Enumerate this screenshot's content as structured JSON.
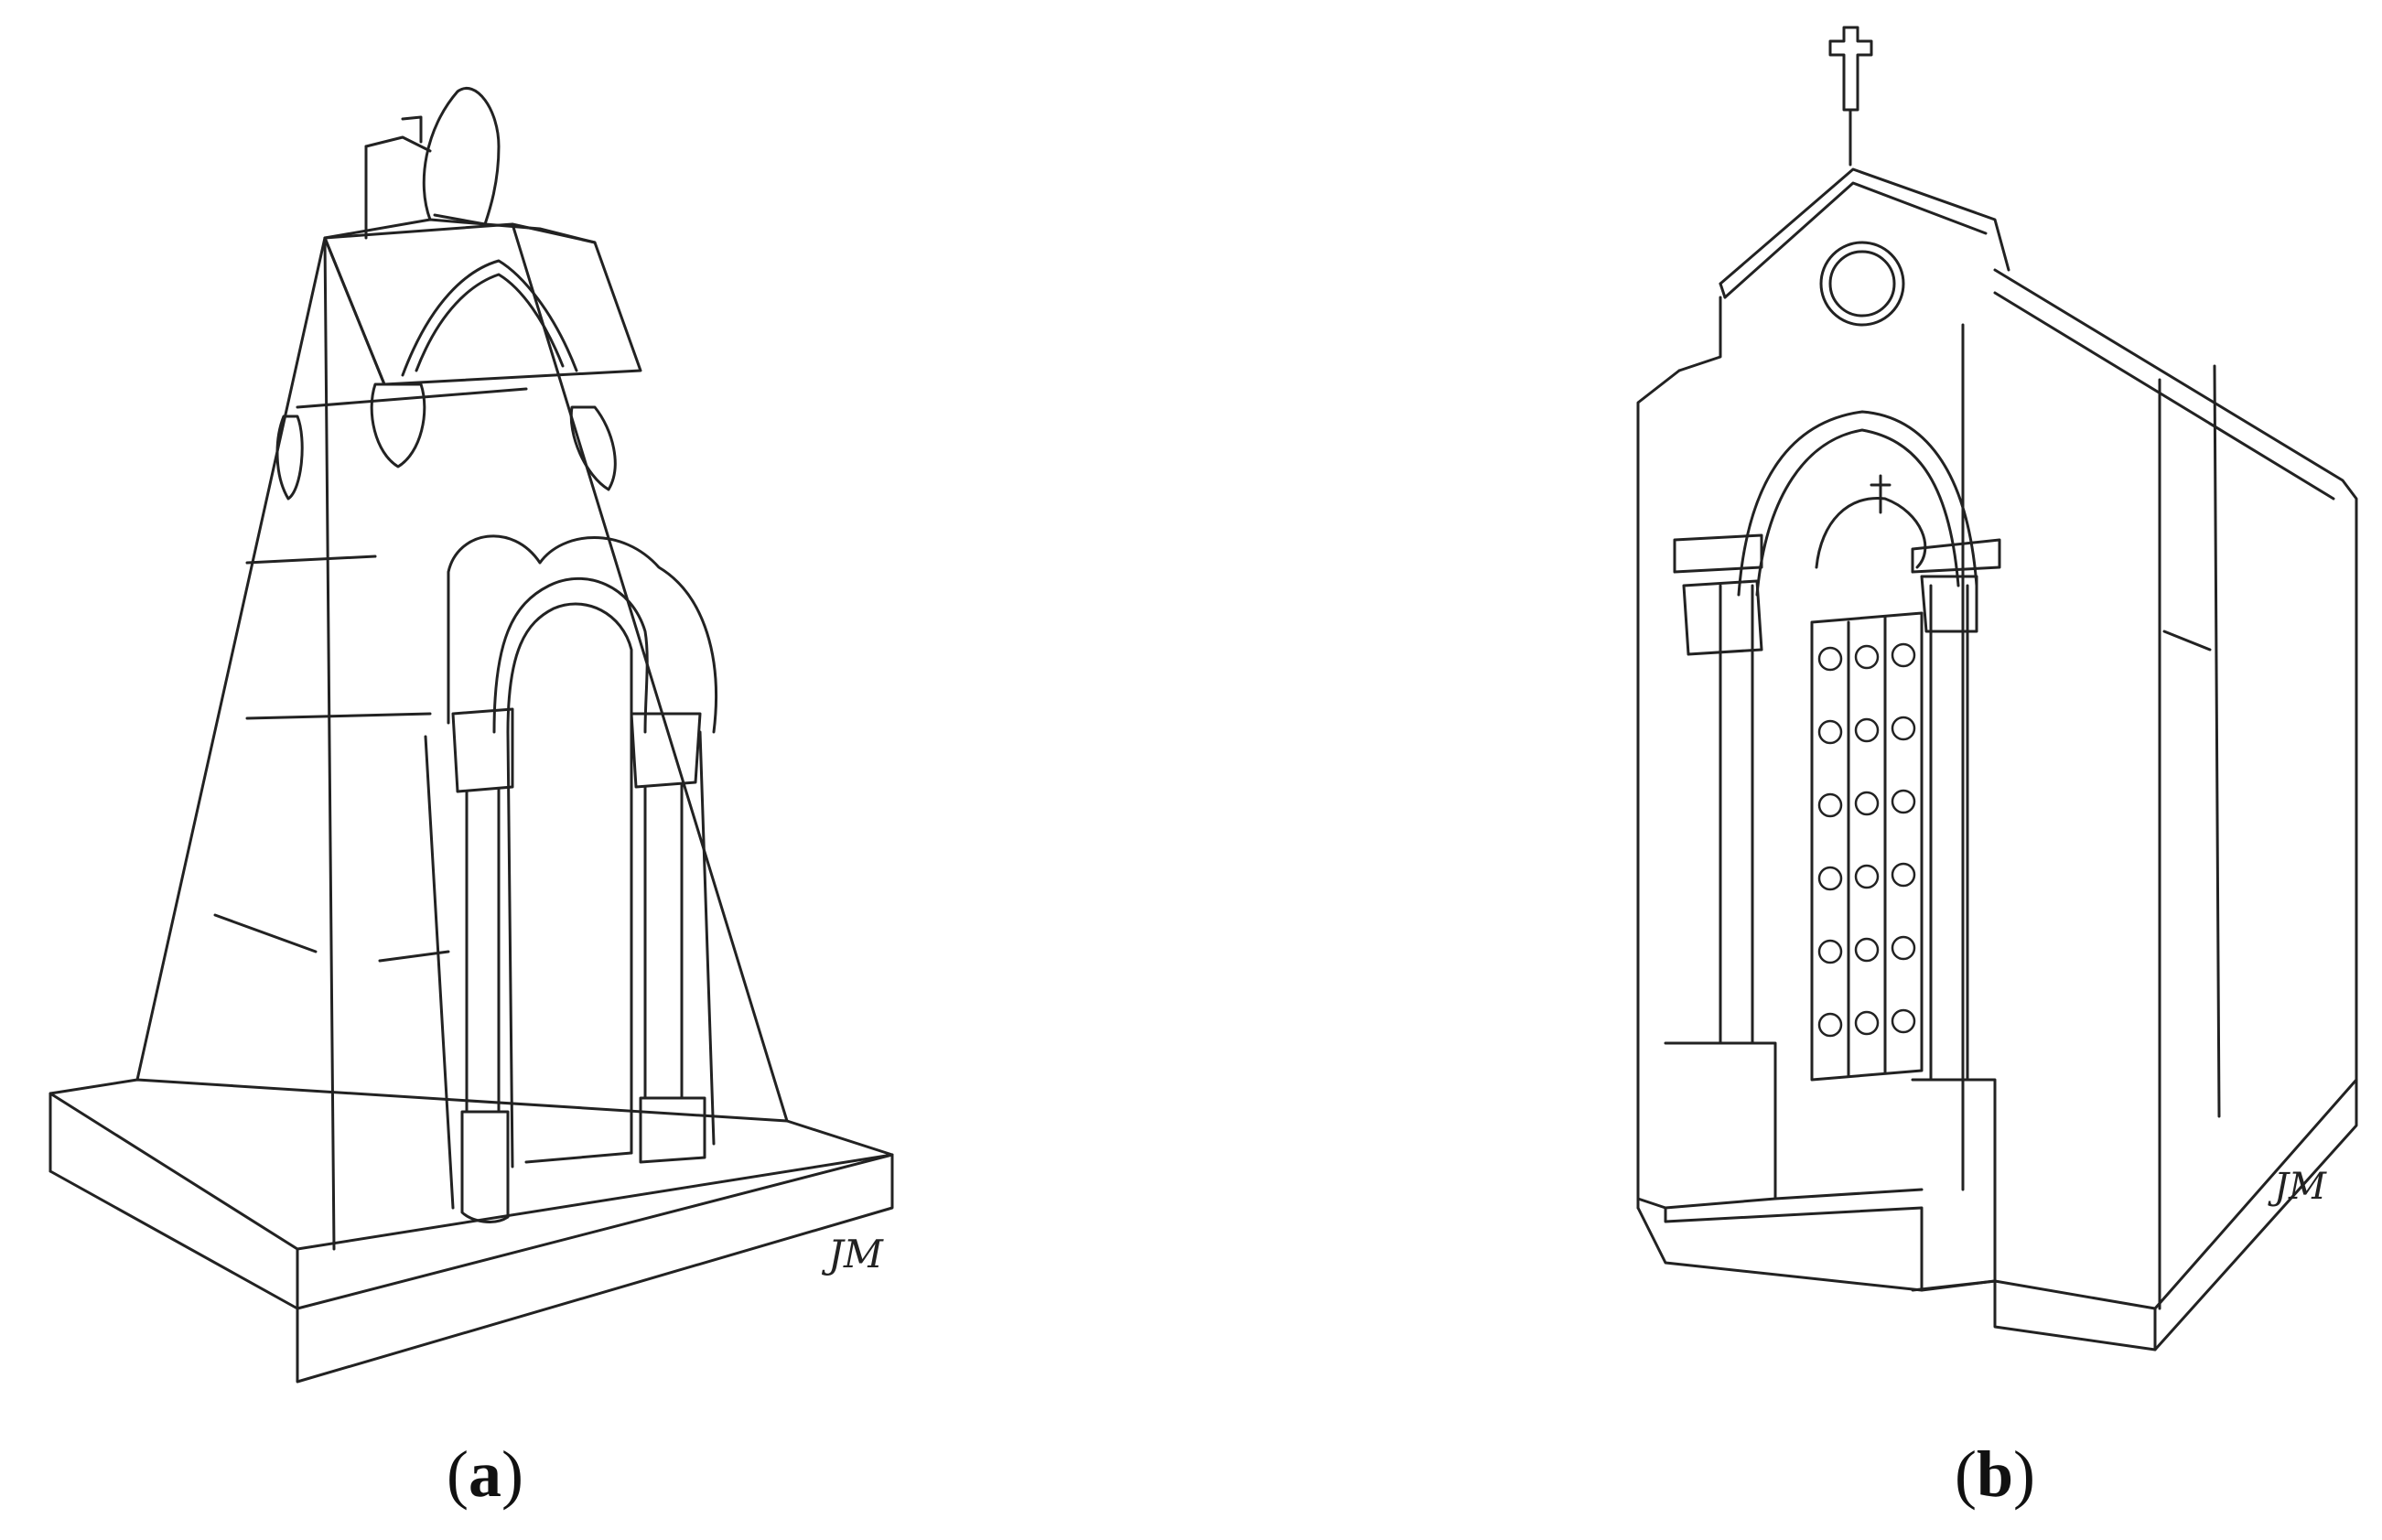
{
  "figure": {
    "panels": [
      {
        "id": "a",
        "caption_open": "(",
        "caption_letter": "a",
        "caption_close": ")",
        "signature": "JM"
      },
      {
        "id": "b",
        "caption_open": "(",
        "caption_letter": "b",
        "caption_close": ")",
        "signature": "JM"
      }
    ]
  },
  "style": {
    "ink": "#222222",
    "paper": "#ffffff"
  }
}
